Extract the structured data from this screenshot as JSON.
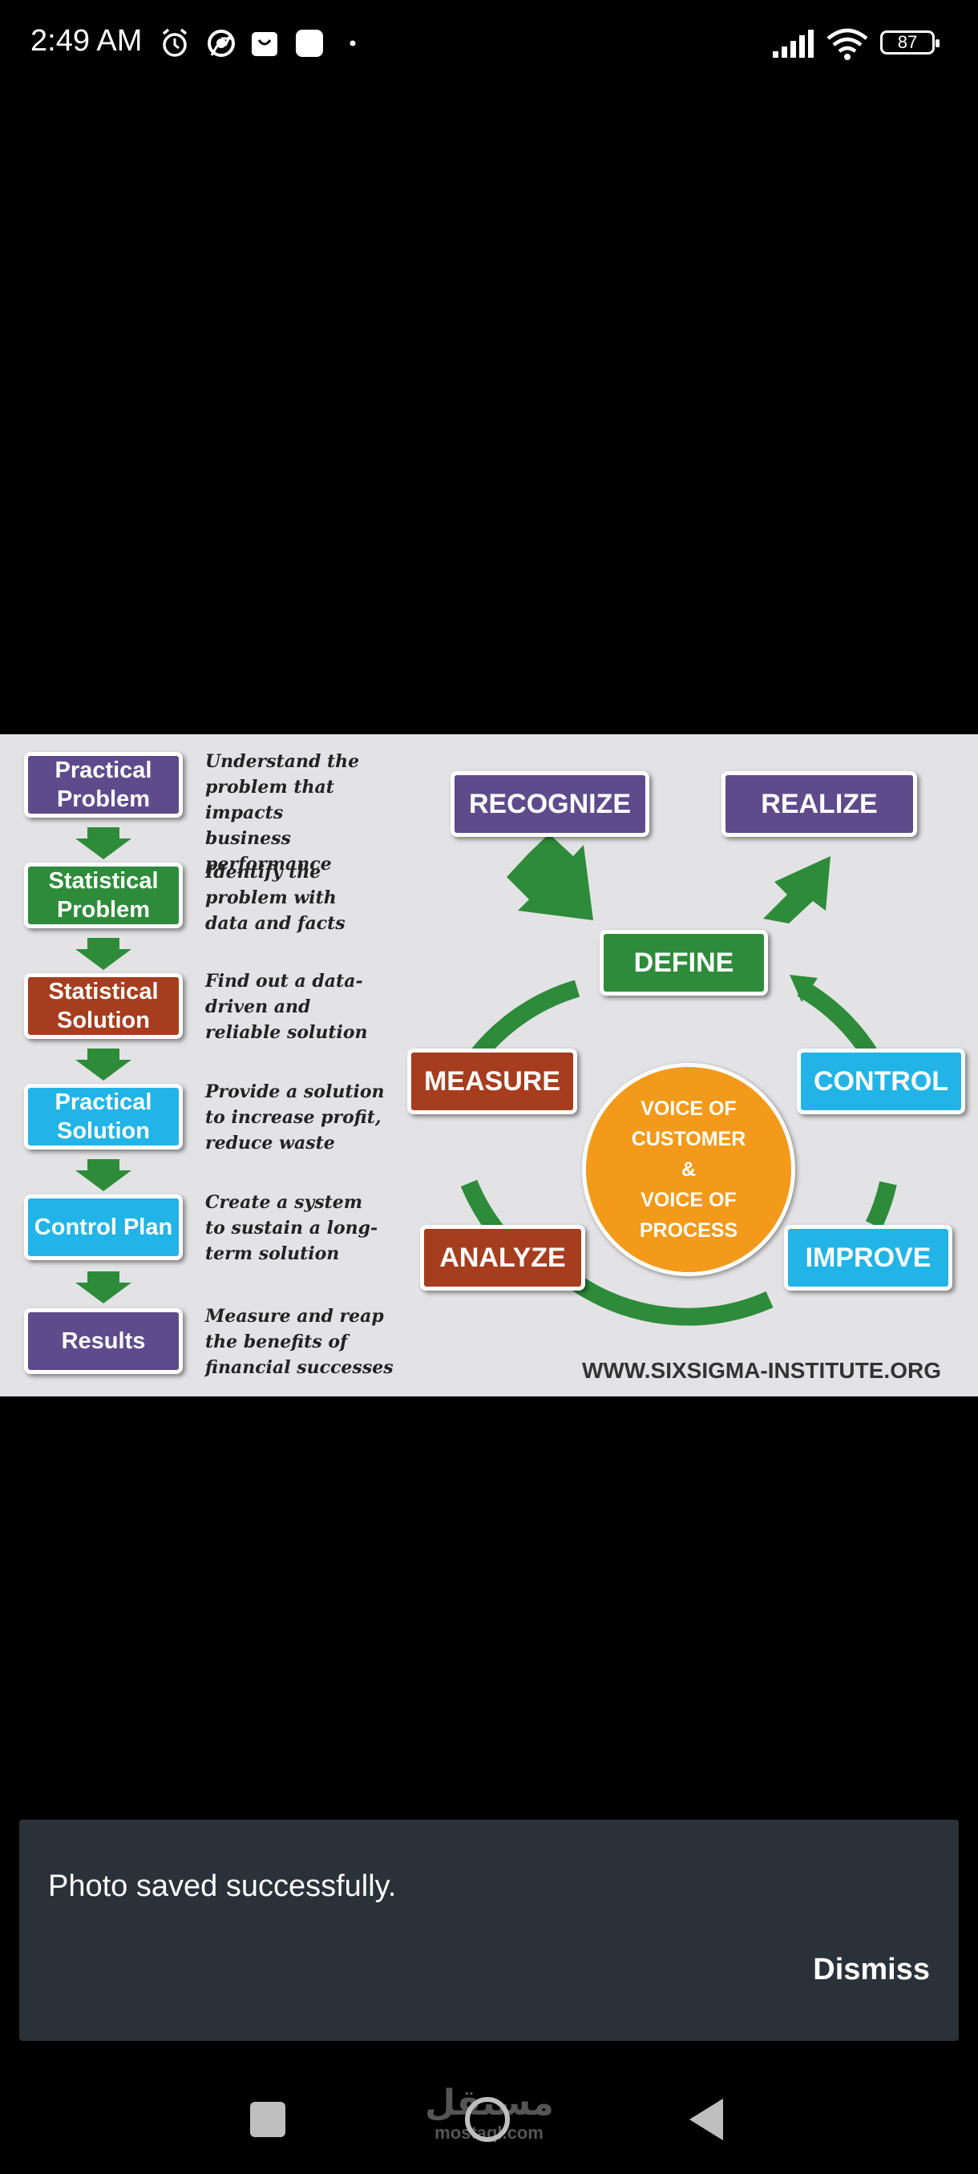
{
  "status_bar": {
    "time": "2:49 AM",
    "icons": [
      "alarm-icon",
      "chrome-icon",
      "shopping-bag-icon",
      "app-icon",
      "dot-icon"
    ],
    "right_icons": [
      "signal-icon",
      "wifi-icon"
    ],
    "battery": "87"
  },
  "photo": {
    "steps": [
      {
        "label": "Practical\nProblem",
        "color": "#5e4b8b",
        "desc": "Understand the\nproblem that impacts\nbusiness performance"
      },
      {
        "label": "Statistical\nProblem",
        "color": "#2e8b3a",
        "desc": "Identify the\nproblem with\ndata and facts"
      },
      {
        "label": "Statistical\nSolution",
        "color": "#a63d1e",
        "desc": "Find out a data-\ndriven and\nreliable solution"
      },
      {
        "label": "Practical\nSolution",
        "color": "#22b4e6",
        "desc": "Provide a solution\nto increase profit,\nreduce waste"
      },
      {
        "label": "Control Plan",
        "color": "#22b4e6",
        "desc": "Create a system\nto sustain a long-\nterm solution"
      },
      {
        "label": "Results",
        "color": "#5e4b8b",
        "desc": "Measure and reap\nthe benefits of\nfinancial successes"
      }
    ],
    "cycle": {
      "recognize": "RECOGNIZE",
      "realize": "REALIZE",
      "define": "DEFINE",
      "measure": "MEASURE",
      "control": "CONTROL",
      "analyze": "ANALYZE",
      "improve": "IMPROVE",
      "center": "VOICE OF\nCUSTOMER\n&\nVOICE OF\nPROCESS"
    },
    "website": "WWW.SIXSIGMA-INSTITUTE.ORG"
  },
  "snackbar": {
    "message": "Photo saved successfully.",
    "dismiss": "Dismiss"
  },
  "nav_bar": {
    "icons": [
      "recents-icon",
      "home-icon",
      "back-icon"
    ],
    "watermark": "مستقل\nmostaql.com"
  }
}
